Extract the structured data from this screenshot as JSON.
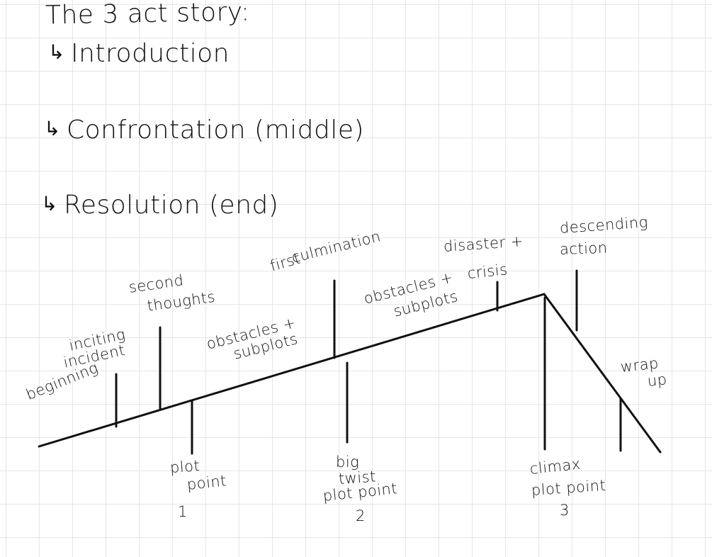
{
  "title": "The 3 act story:",
  "acts": [
    {
      "label": "Introduction"
    },
    {
      "label": "Confrontation (middle)"
    },
    {
      "label": "Resolution (end)"
    }
  ],
  "arrow_glyph": "↳",
  "diagram": {
    "above": {
      "beginning": "beginning",
      "inciting_incident": [
        "inciting",
        "incident"
      ],
      "second_thoughts": [
        "second",
        "thoughts"
      ],
      "obstacles_1": [
        "obstacles +",
        "subplots"
      ],
      "first_culmination": [
        "first",
        "culmination"
      ],
      "obstacles_2": [
        "obstacles +",
        "subplots"
      ],
      "crisis": "crisis",
      "disaster": "disaster +",
      "descending_action": [
        "descending",
        "action"
      ],
      "wrap_up": [
        "wrap",
        "up"
      ]
    },
    "below": {
      "plot_point_1": [
        "plot",
        "point",
        "1"
      ],
      "plot_point_2": [
        "big",
        "twist",
        "plot point",
        "2"
      ],
      "plot_point_3": [
        "climax",
        "plot point",
        "3"
      ]
    }
  }
}
